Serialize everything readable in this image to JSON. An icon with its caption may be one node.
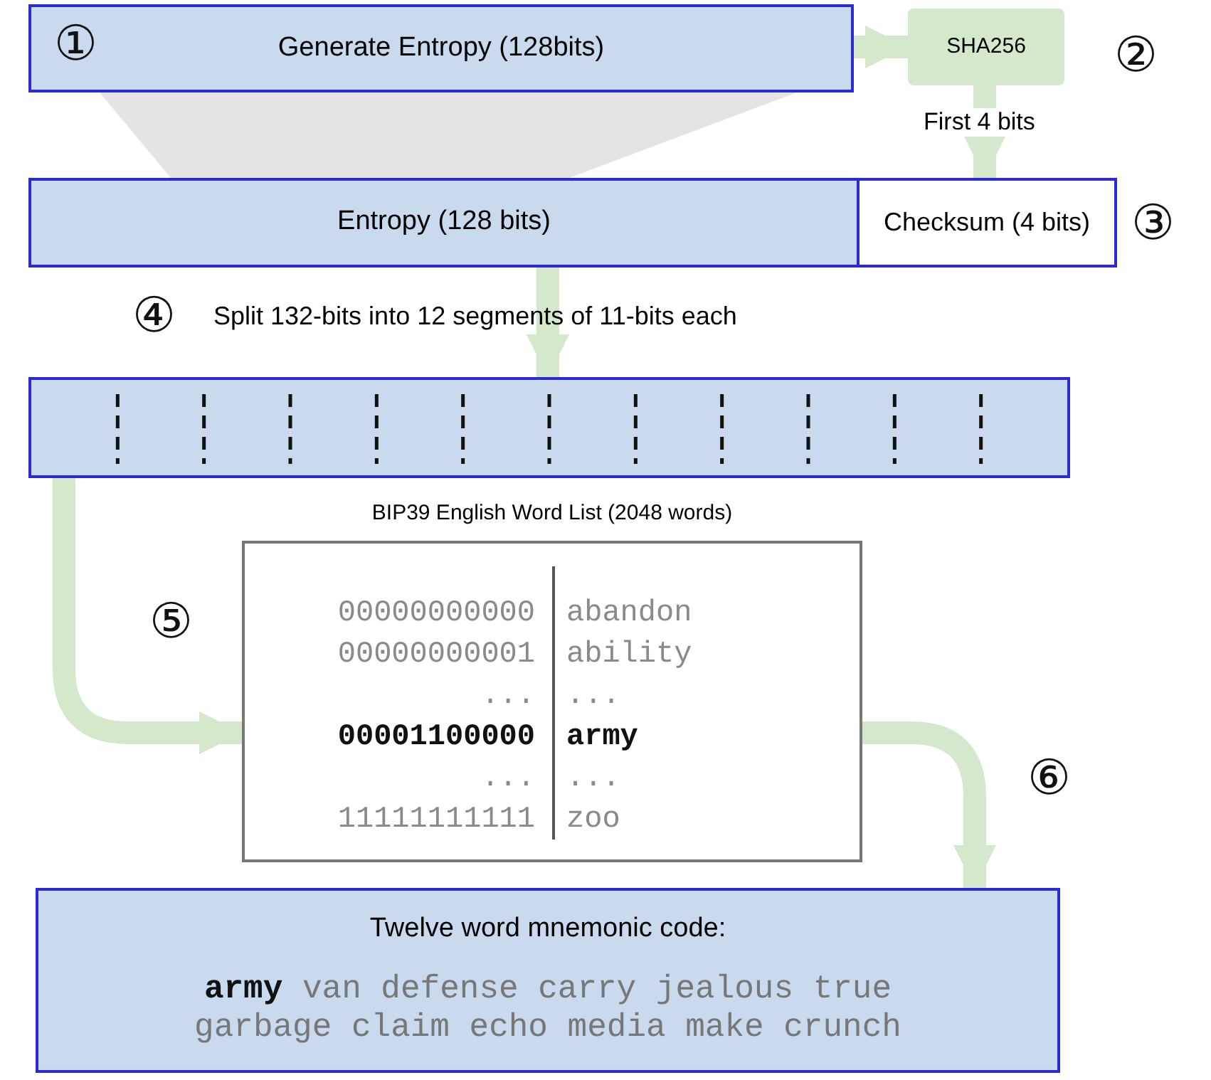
{
  "diagram": {
    "nodes": [
      {
        "text": [
          "Generate Entropy (128bits)"
        ]
      },
      {
        "text": [
          "SHA256"
        ]
      },
      {
        "text": [
          "Entropy (128 bits)"
        ]
      },
      {
        "text": [
          "Checksum (4 bits)"
        ]
      },
      {
        "text": [],
        "shape": "bar"
      },
      {
        "text": [
          "BIP39 English Word List (2048 words)"
        ]
      },
      {
        "text": [
          "Twelve word mnemonic code:",
          "**army** van defense carry jealous true garbage claim echo media make crunch"
        ]
      }
    ],
    "edges": [
      {
        "from": 0,
        "to": 1,
        "arrow": "to"
      },
      {
        "from": 1,
        "to": 3,
        "arrow": "to",
        "label": "First 4 bits"
      },
      {
        "from": 0,
        "to": 2,
        "arrow": "none",
        "color": "#e4e4e4"
      },
      {
        "from": 2,
        "to": 4,
        "arrow": "to"
      },
      {
        "from": 4,
        "to": 5,
        "arrow": "to"
      },
      {
        "from": 5,
        "to": 6,
        "arrow": "to"
      }
    ],
    "labels": [
      "①",
      "②",
      "③",
      "④",
      "Split 132-bits into 12 segments of 11-bits each",
      "⑤",
      "00000000000",
      "abandon",
      "00000000001",
      "ability",
      "...",
      "...",
      "00001100000",
      "army",
      "...",
      "...",
      "11111111111",
      "zoo",
      "⑥"
    ]
  }
}
